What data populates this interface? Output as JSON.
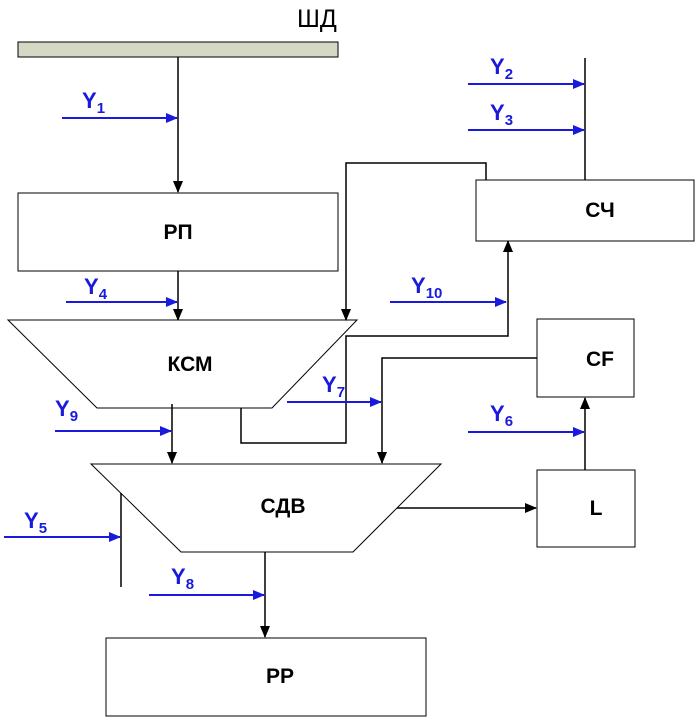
{
  "bus": {
    "label": "ШД"
  },
  "blocks": {
    "rp": "РП",
    "ksm": "КСМ",
    "sch": "СЧ",
    "cf": "CF",
    "sdv": "СДВ",
    "l": "L",
    "rr": "РР"
  },
  "signals": {
    "y1": {
      "letter": "Y",
      "index": "1"
    },
    "y2": {
      "letter": "Y",
      "index": "2"
    },
    "y3": {
      "letter": "Y",
      "index": "3"
    },
    "y4": {
      "letter": "Y",
      "index": "4"
    },
    "y5": {
      "letter": "Y",
      "index": "5"
    },
    "y6": {
      "letter": "Y",
      "index": "6"
    },
    "y7": {
      "letter": "Y",
      "index": "7"
    },
    "y8": {
      "letter": "Y",
      "index": "8"
    },
    "y9": {
      "letter": "Y",
      "index": "9"
    },
    "y10": {
      "letter": "Y",
      "index": "10"
    }
  },
  "colors": {
    "signal": "#1a1adc",
    "line": "#000000",
    "bus_fill": "#d4d8c4"
  }
}
